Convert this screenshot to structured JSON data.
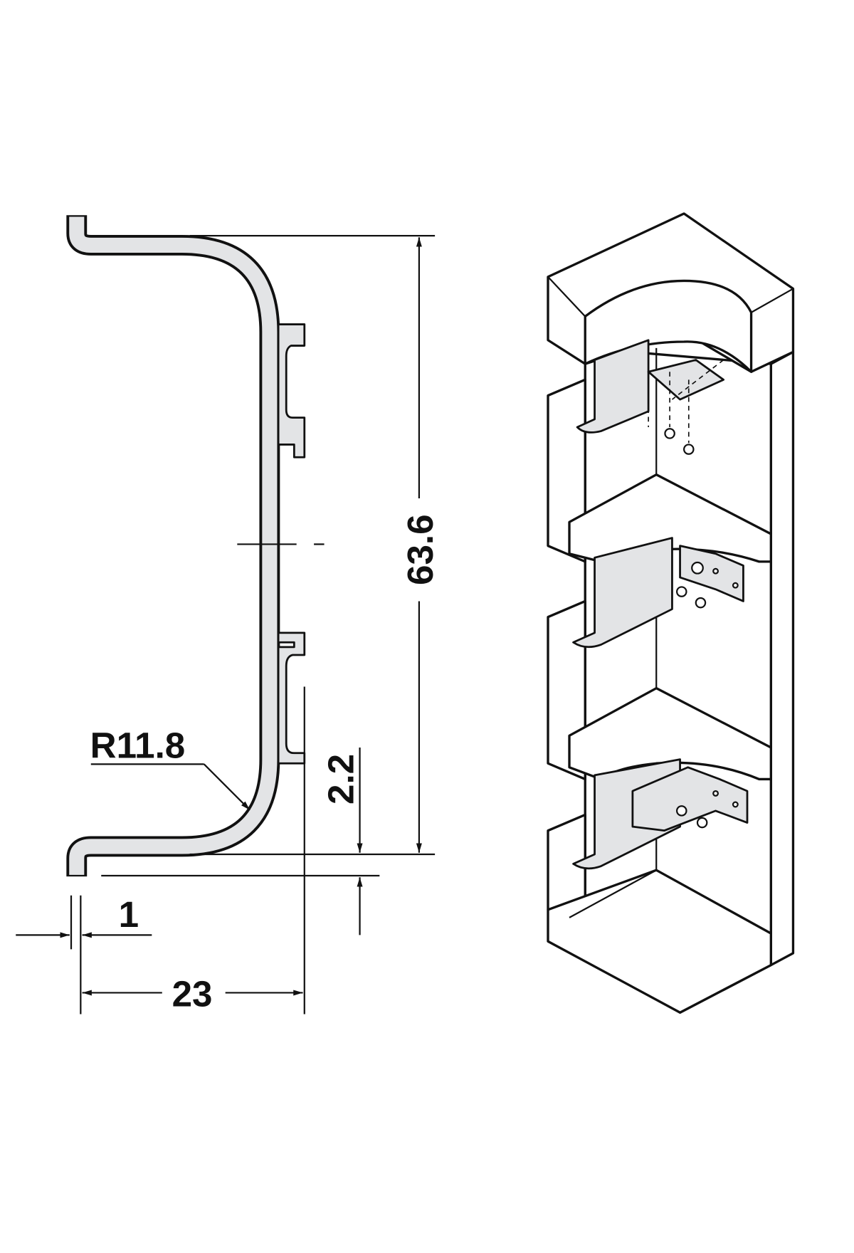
{
  "dimensions": {
    "height": "63.6",
    "radius": "R11.8",
    "offset": "2.2",
    "thickness": "1",
    "depth": "23"
  },
  "colors": {
    "profile_fill": "#e3e4e6",
    "line": "#111111"
  }
}
